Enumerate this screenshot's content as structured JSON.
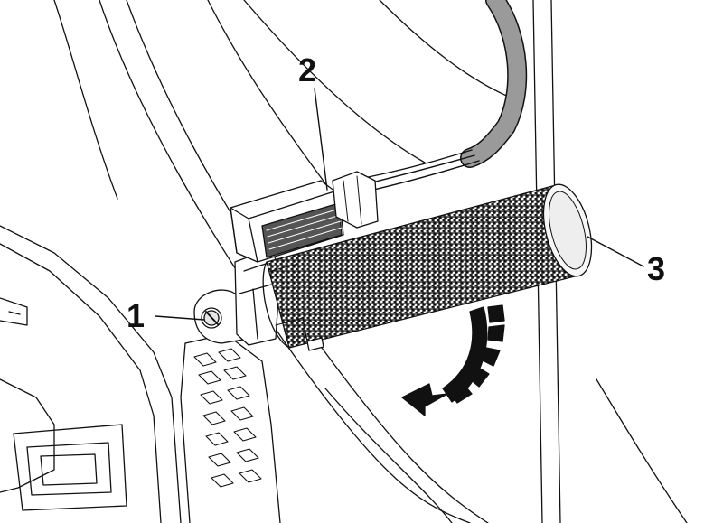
{
  "callouts": {
    "part_1": "1",
    "part_2": "2",
    "part_3": "3"
  },
  "colors": {
    "line": "#111111",
    "fill": "#ffffff",
    "shade": "#e6e6e6",
    "cable": "#9a9a9a"
  },
  "icons": {
    "rotation_arrow": "curved-arrow-icon"
  }
}
